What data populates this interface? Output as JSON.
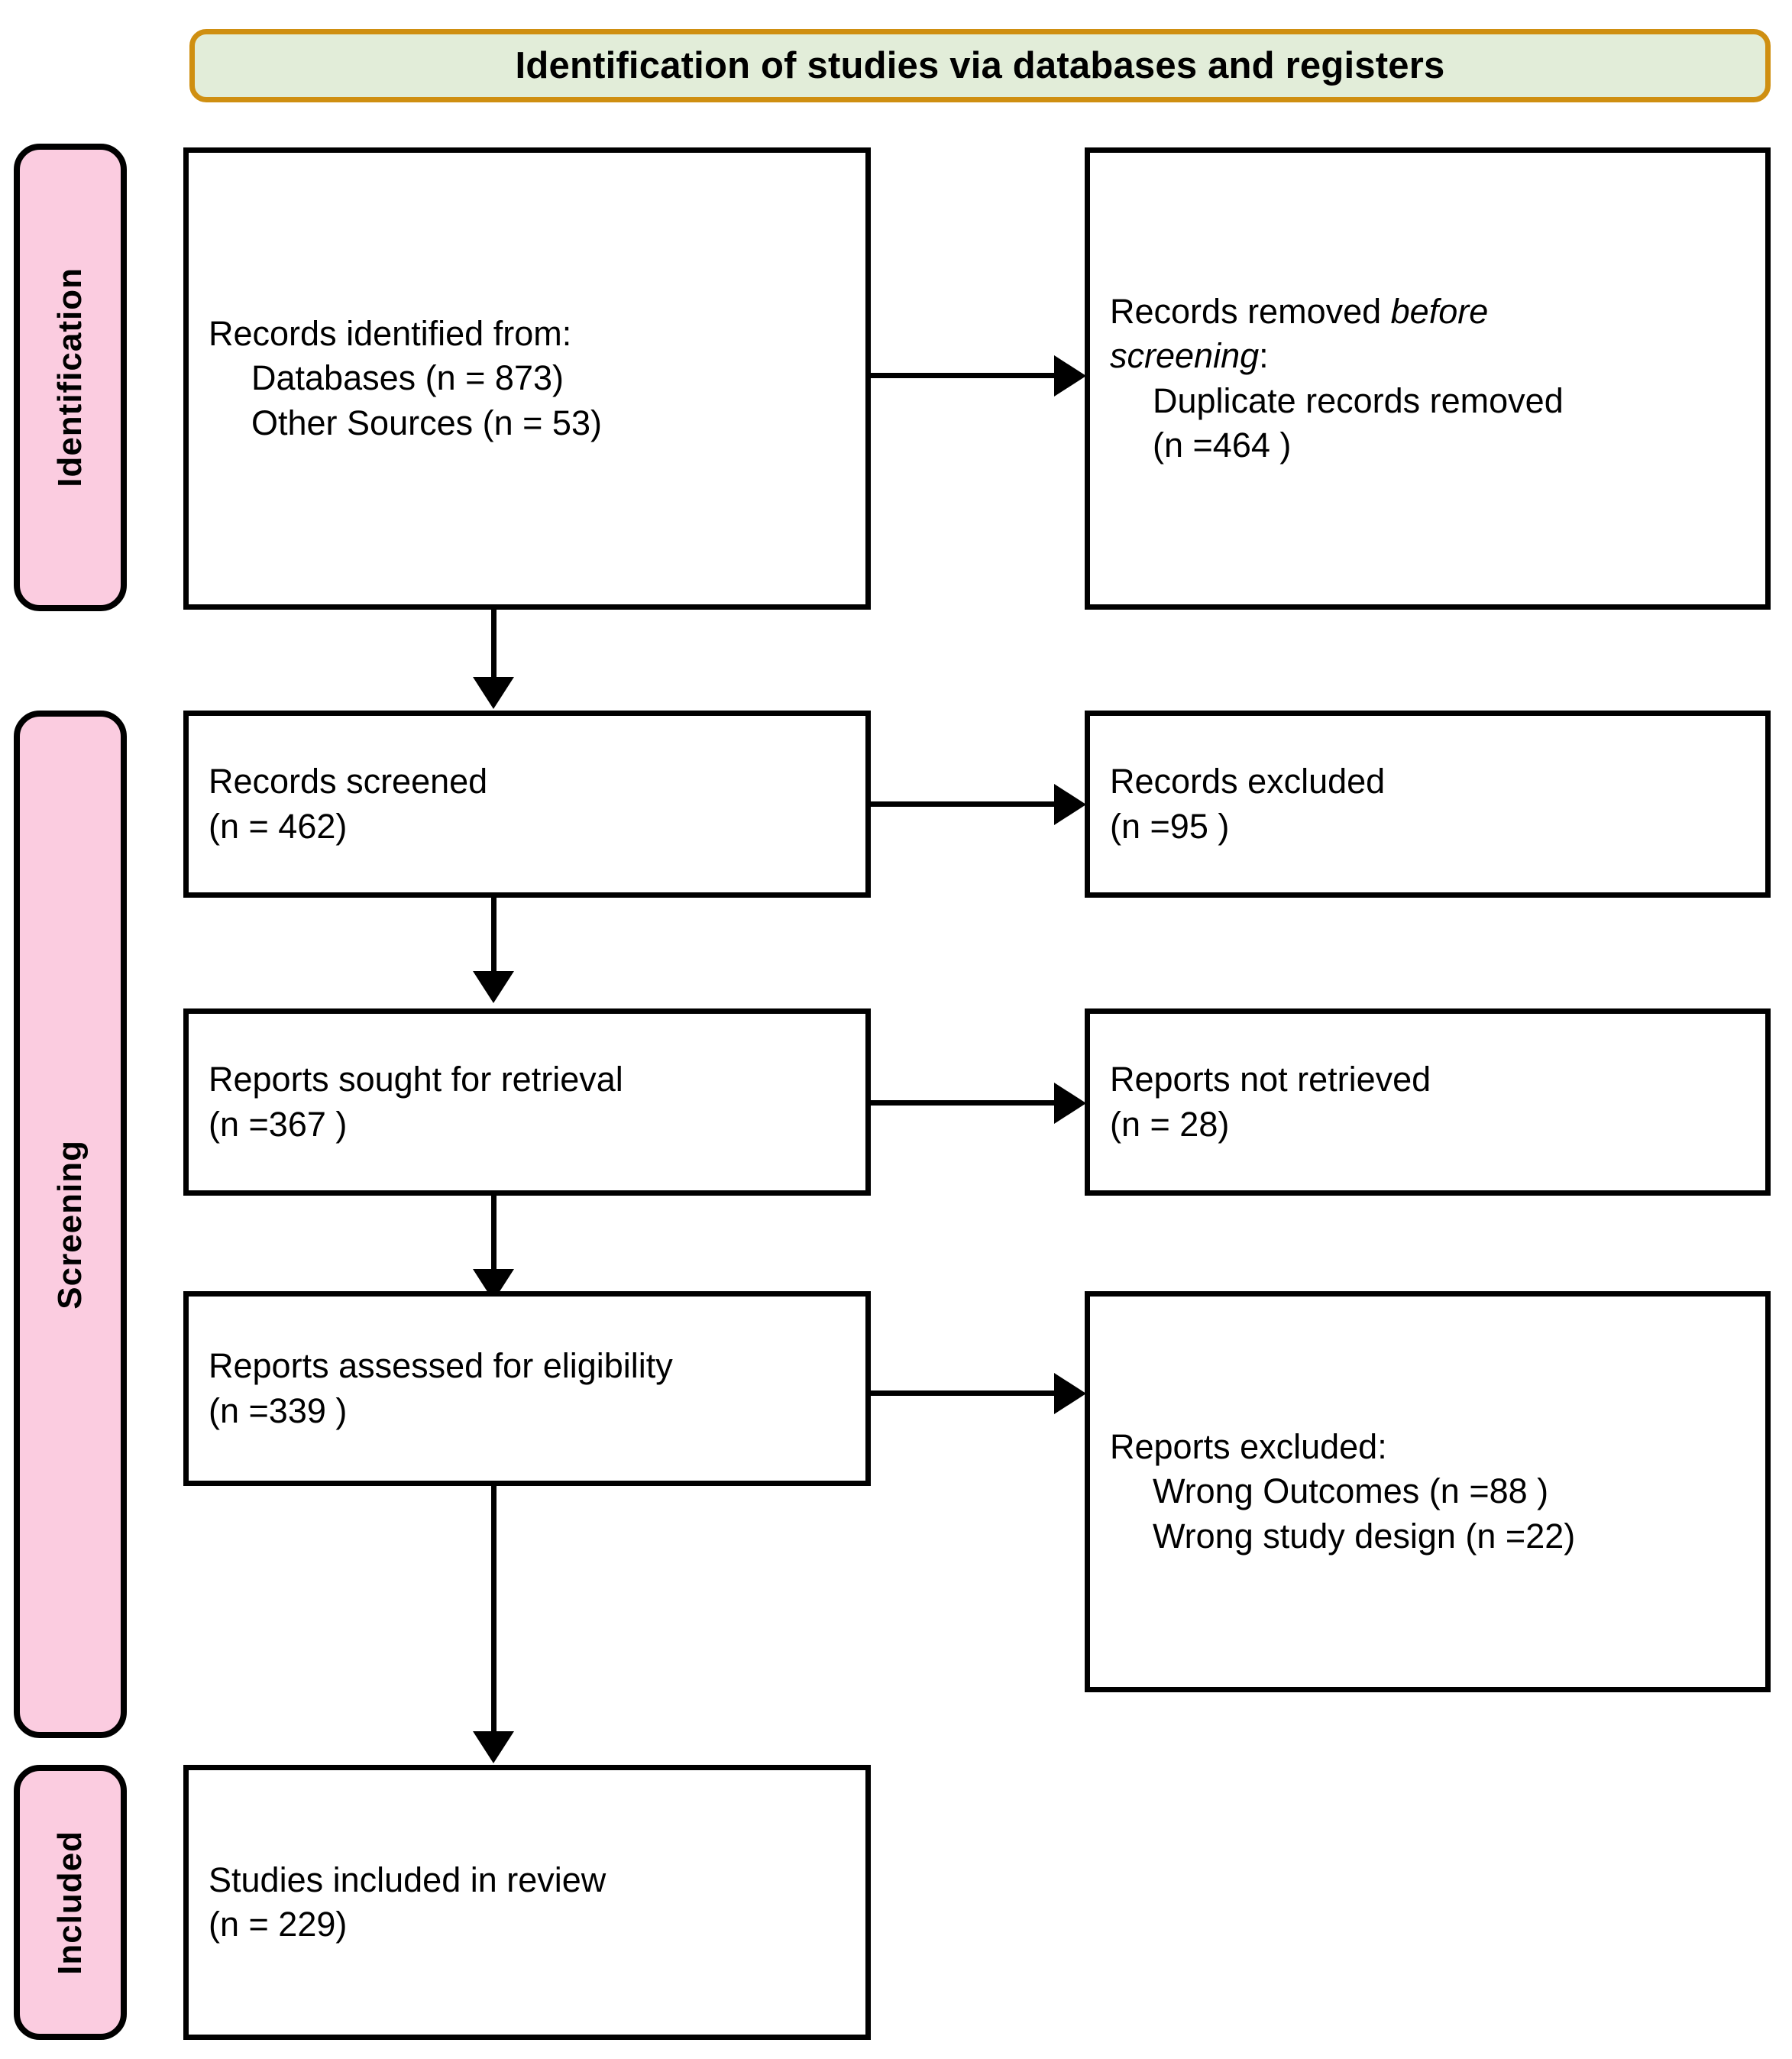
{
  "banner": {
    "title": "Identification of studies via databases and registers"
  },
  "stages": [
    {
      "key": "identification",
      "label": "Identification"
    },
    {
      "key": "screening",
      "label": "Screening"
    },
    {
      "key": "included",
      "label": "Included"
    }
  ],
  "boxes": {
    "records_identified": {
      "lines": [
        "Records identified from:",
        "Databases (n = 873)",
        "Other Sources (n = 53)"
      ]
    },
    "records_removed": {
      "line1_prefix": "Records removed ",
      "line1_italic": "before",
      "line2_italic": "screening",
      "line2_suffix": ":",
      "line3": "Duplicate records removed",
      "line4": "(n =464 )"
    },
    "records_screened": {
      "lines": [
        "Records screened",
        "(n = 462)"
      ]
    },
    "records_excluded": {
      "lines": [
        "Records excluded",
        "(n =95 )"
      ]
    },
    "reports_sought": {
      "lines": [
        "Reports sought for retrieval",
        "(n =367 )"
      ]
    },
    "reports_not_retrieved": {
      "lines": [
        "Reports not retrieved",
        "(n = 28)"
      ]
    },
    "reports_assessed": {
      "lines": [
        "Reports assessed for eligibility",
        "(n =339 )"
      ]
    },
    "reports_excluded": {
      "lines": [
        "Reports excluded:",
        "Wrong Outcomes (n =88 )",
        "Wrong study design (n =22)"
      ]
    },
    "studies_included": {
      "lines": [
        "Studies included in review",
        "(n = 229)"
      ]
    }
  },
  "colors": {
    "banner_fill": "#e2edd9",
    "banner_border": "#cf8f11",
    "stage_fill": "#fbcce0",
    "box_border": "#000000",
    "arrow": "#000000"
  }
}
